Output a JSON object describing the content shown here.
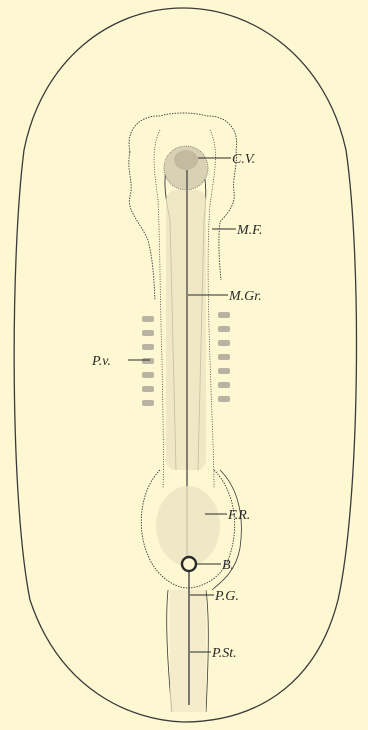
{
  "figure": {
    "labels": {
      "cv": "C.V.",
      "mf": "M.F.",
      "mgr": "M.Gr.",
      "pv": "P.v.",
      "fr": "F.R.",
      "b": "B.",
      "pg": "P.G.",
      "pst": "P.St."
    },
    "colors": {
      "background": "#fdf8d2",
      "ink": "#3a3a3a"
    }
  }
}
